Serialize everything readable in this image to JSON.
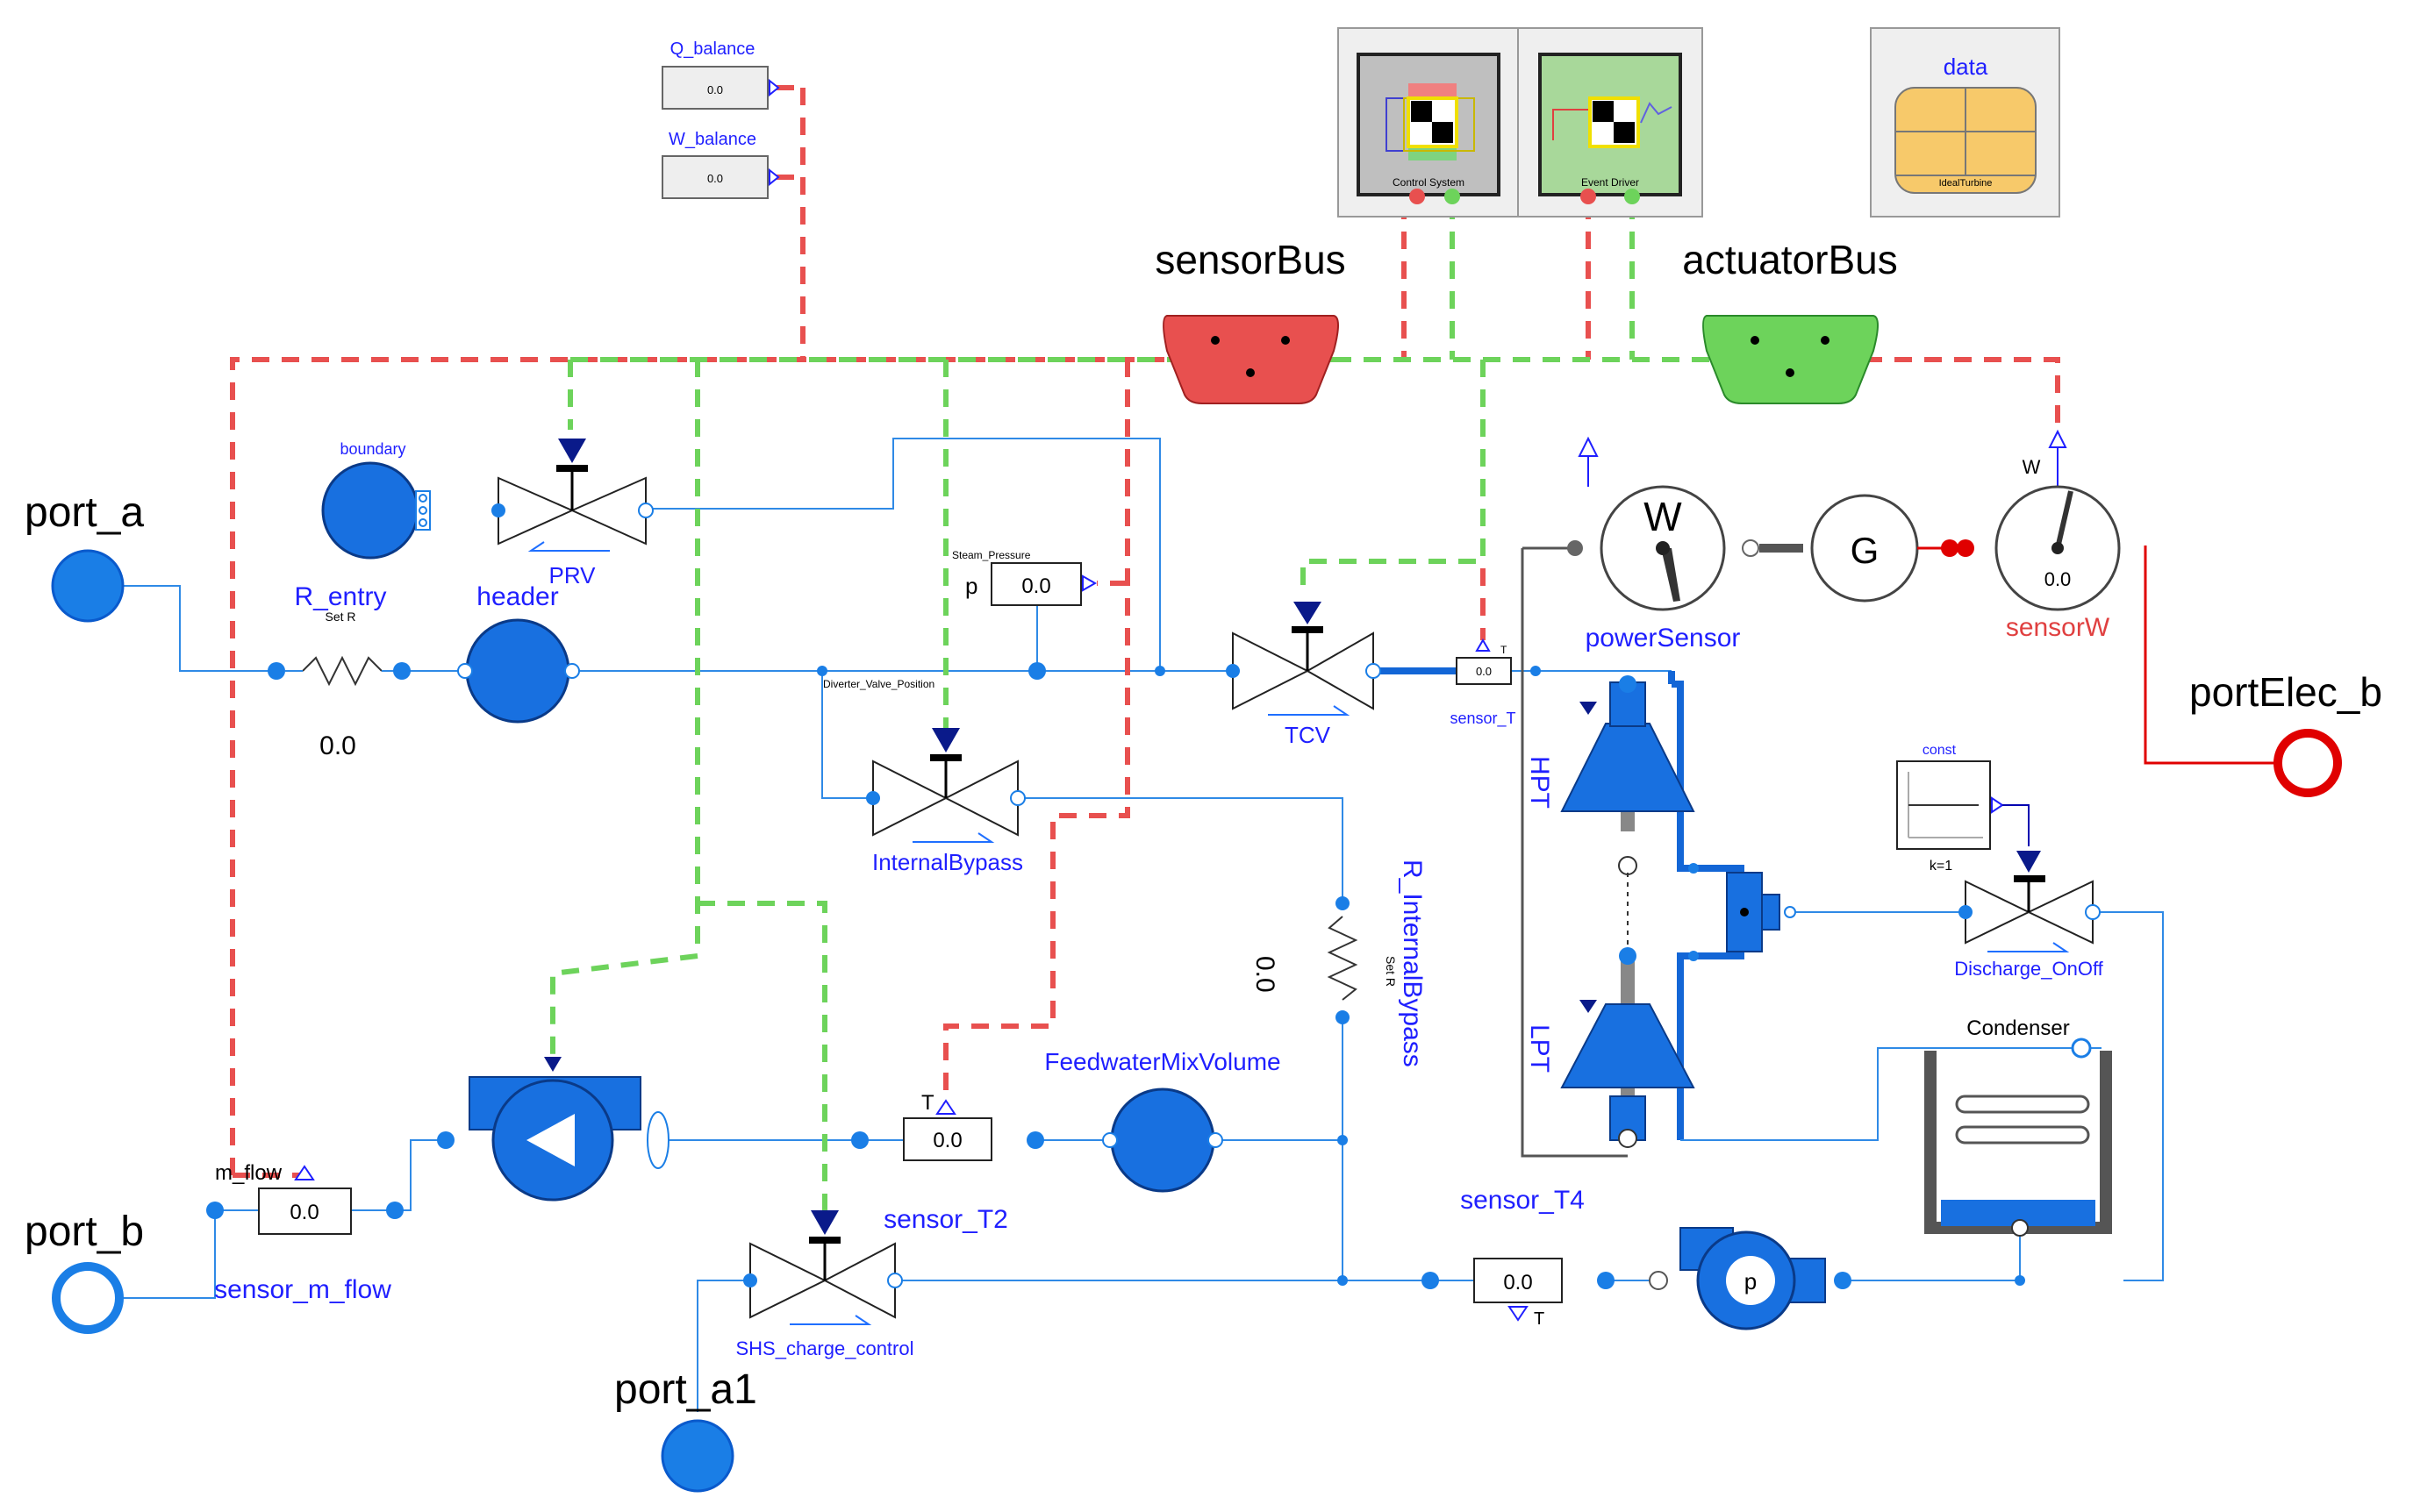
{
  "ports": {
    "port_a": "port_a",
    "port_b": "port_b",
    "port_a1": "port_a1",
    "portElec_b": "portElec_b"
  },
  "buses": {
    "sensorBus": "sensorBus",
    "actuatorBus": "actuatorBus"
  },
  "outputs": {
    "Q_balance": {
      "label": "Q_balance",
      "value": "0.0"
    },
    "W_balance": {
      "label": "W_balance",
      "value": "0.0"
    }
  },
  "control_blocks": {
    "control_system": "Control System",
    "event_driver": "Event Driver",
    "data_title": "data",
    "data_sub": "IdealTurbine"
  },
  "components": {
    "boundary": "boundary",
    "prv": "PRV",
    "r_entry": "R_entry",
    "r_entry_set": "Set R",
    "r_entry_value": "0.0",
    "header": "header",
    "steam_pressure": "Steam_Pressure",
    "steam_pressure_label": "p",
    "steam_pressure_value": "0.0",
    "div_valve_position": "Diverter_Valve_Position",
    "internal_bypass": "InternalBypass",
    "tcv": "TCV",
    "sensor_t": "sensor_T",
    "sensor_t_port": "T",
    "sensor_t_value": "0.0",
    "power_sensor": "powerSensor",
    "power_sensor_glyph": "W",
    "generator": "G",
    "sensor_w": "sensorW",
    "sensor_w_out": "W",
    "sensor_w_value": "0.0",
    "hpt": "HPT",
    "lpt": "LPT",
    "const_title": "const",
    "const_k": "k=1",
    "discharge": "Discharge_OnOff",
    "condenser": "Condenser",
    "r_internal_bypass": "R_InternalBypass",
    "r_internal_bypass_set": "Set R",
    "r_internal_bypass_value": "0.0",
    "feedwater": "FeedwaterMixVolume",
    "sensor_t2": "sensor_T2",
    "sensor_t2_port": "T",
    "sensor_t2_value": "0.0",
    "sensor_m_flow": "sensor_m_flow",
    "m_flow_port": "m_flow",
    "m_flow_value": "0.0",
    "shs": "SHS_charge_control",
    "sensor_t4": "sensor_T4",
    "sensor_t4_port": "T",
    "sensor_t4_value": "0.0",
    "pump_glyph": "p"
  },
  "colors": {
    "sensor_bus": "#e8504f",
    "actuator_bus": "#6dd35b",
    "fluid": "#1870e0",
    "label_blue": "#1f1fff",
    "label_red": "#e04040"
  }
}
